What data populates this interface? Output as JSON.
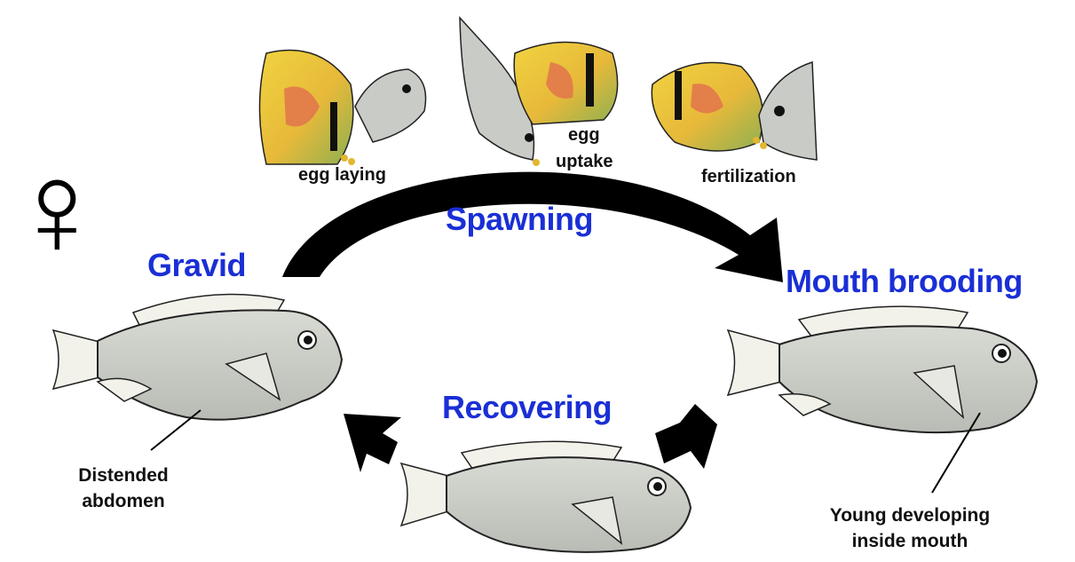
{
  "symbols": {
    "female": "♀"
  },
  "stages": {
    "gravid": "Gravid",
    "spawning": "Spawning",
    "mouth_brooding": "Mouth brooding",
    "recovering": "Recovering"
  },
  "spawning_steps": {
    "egg_laying": "egg laying",
    "egg_uptake_line1": "egg",
    "egg_uptake_line2": "uptake",
    "fertilization": "fertilization"
  },
  "annotations": {
    "distended_line1": "Distended",
    "distended_line2": "abdomen",
    "young_line1": "Young developing",
    "young_line2": "inside mouth"
  },
  "colors": {
    "stage_text": "#1a2fd6",
    "female_fish": "#c9ccc6",
    "male_fish_body": "#e9c93a",
    "male_fish_accent": "#e2744c",
    "arrows": "#000000"
  }
}
